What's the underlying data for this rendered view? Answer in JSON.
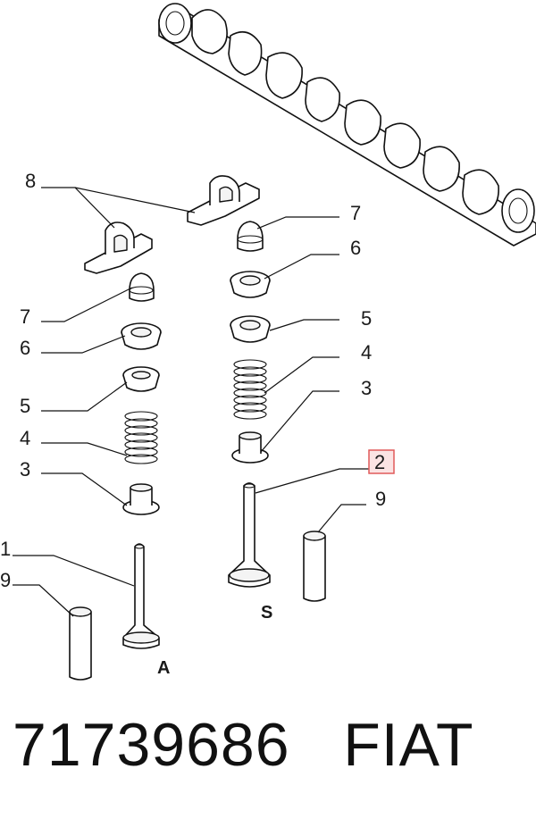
{
  "callouts": [
    {
      "id": "l8",
      "text": "8"
    },
    {
      "id": "l7a",
      "text": "7"
    },
    {
      "id": "l7b",
      "text": "7"
    },
    {
      "id": "l6a",
      "text": "6"
    },
    {
      "id": "l6b",
      "text": "6"
    },
    {
      "id": "l5a",
      "text": "5"
    },
    {
      "id": "l5b",
      "text": "5"
    },
    {
      "id": "l4a",
      "text": "4"
    },
    {
      "id": "l4b",
      "text": "4"
    },
    {
      "id": "l3a",
      "text": "3"
    },
    {
      "id": "l3b",
      "text": "3"
    },
    {
      "id": "l2",
      "text": "2"
    },
    {
      "id": "l1",
      "text": "1"
    },
    {
      "id": "l9a",
      "text": "9"
    },
    {
      "id": "l9b",
      "text": "9"
    }
  ],
  "valve_labels": {
    "intake": "A",
    "exhaust": "S"
  },
  "highlight": {
    "callout": "2",
    "color": "#e05a5a",
    "fill": "#fbe3e3"
  },
  "part_number": "71739686",
  "brand": "FIAT"
}
